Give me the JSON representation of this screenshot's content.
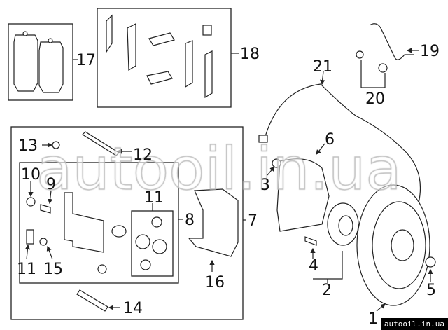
{
  "callouts": {
    "c1": "1",
    "c2": "2",
    "c3": "3",
    "c4": "4",
    "c5": "5",
    "c6": "6",
    "c7": "7",
    "c8": "8",
    "c9": "9",
    "c10": "10",
    "c11a": "11",
    "c11b": "11",
    "c12": "12",
    "c13": "13",
    "c14": "14",
    "c15": "15",
    "c16": "16",
    "c17": "17",
    "c18": "18",
    "c19": "19",
    "c20": "20",
    "c21": "21"
  },
  "watermark": "autooil.in.ua",
  "badge": "autooil.in.ua"
}
